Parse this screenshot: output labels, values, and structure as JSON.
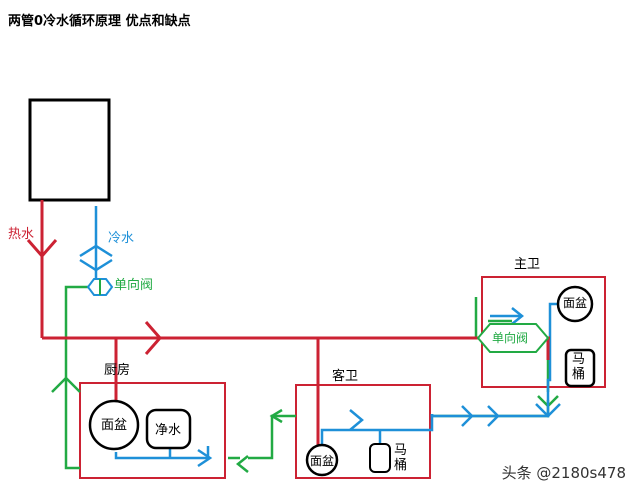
{
  "title": "两管0冷水循环原理  优点和缺点",
  "labels": {
    "hot_water": "热水",
    "cold_water": "冷水",
    "check_valve_left": "单向阀",
    "check_valve_right": "单向阀",
    "kitchen": "厨房",
    "guest_bath": "客卫",
    "master_bath": "主卫",
    "basin_kitchen": "面盆",
    "purifier": "净水",
    "basin_guest": "面盆",
    "toilet_guest_1": "马",
    "toilet_guest_2": "桶",
    "basin_master": "面盆",
    "toilet_master_1": "马",
    "toilet_master_2": "桶"
  },
  "watermark": "头条 @2180s478",
  "colors": {
    "hot": "#cc2233",
    "cold": "#1e90d8",
    "return": "#22aa44",
    "room": "#cc2233"
  }
}
